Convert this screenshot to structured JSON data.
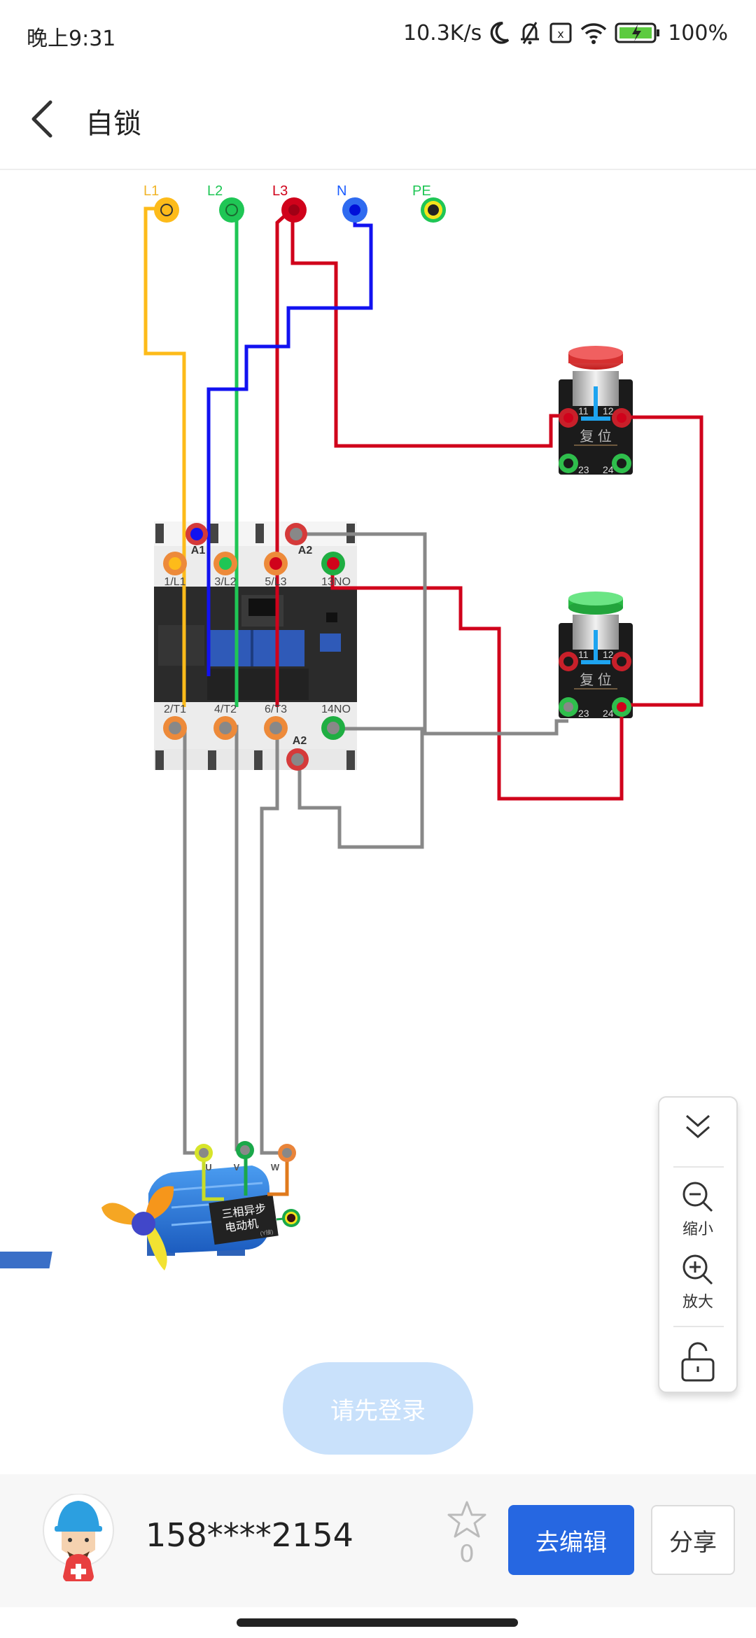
{
  "status_bar": {
    "time": "晚上9:31",
    "network_speed": "10.3K/s",
    "battery": "100%",
    "icons": [
      "moon-icon",
      "bell-muted-icon",
      "sim-x-icon",
      "wifi-icon",
      "battery-charging-icon"
    ]
  },
  "header": {
    "back_icon": "chevron-left-icon",
    "title": "自锁"
  },
  "diagram": {
    "power_terminals": [
      {
        "label": "L1",
        "color": "#fdbb1a"
      },
      {
        "label": "L2",
        "color": "#1fc655"
      },
      {
        "label": "L3",
        "color": "#d0021b"
      },
      {
        "label": "N",
        "color": "#1a5cff"
      },
      {
        "label": "PE",
        "color": "#1fc655"
      }
    ],
    "contactor": {
      "top_labels": [
        "A1",
        "A2",
        "1/L1",
        "3/L2",
        "5/L3",
        "13NO"
      ],
      "bottom_labels": [
        "2/T1",
        "4/T2",
        "6/T3",
        "14NO",
        "A2"
      ]
    },
    "stop_button": {
      "cap_color": "#e03030",
      "label": "复 位",
      "terminals": [
        "11",
        "12",
        "23",
        "24"
      ]
    },
    "start_button": {
      "cap_color": "#2fcc4a",
      "label": "复 位",
      "terminals": [
        "11",
        "12",
        "23",
        "24"
      ]
    },
    "motor": {
      "label_line1": "三相异步",
      "label_line2": "电动机",
      "label_note": "(Y接)",
      "terminals": [
        "U",
        "V",
        "W"
      ]
    }
  },
  "zoom_panel": {
    "collapse_icon": "double-chevron-down-icon",
    "zoom_out_label": "缩小",
    "zoom_in_label": "放大",
    "lock_icon": "unlock-icon"
  },
  "login_button": "请先登录",
  "footer": {
    "username": "158****2154",
    "star_count": "0",
    "edit_button": "去编辑",
    "share_button": "分享"
  }
}
